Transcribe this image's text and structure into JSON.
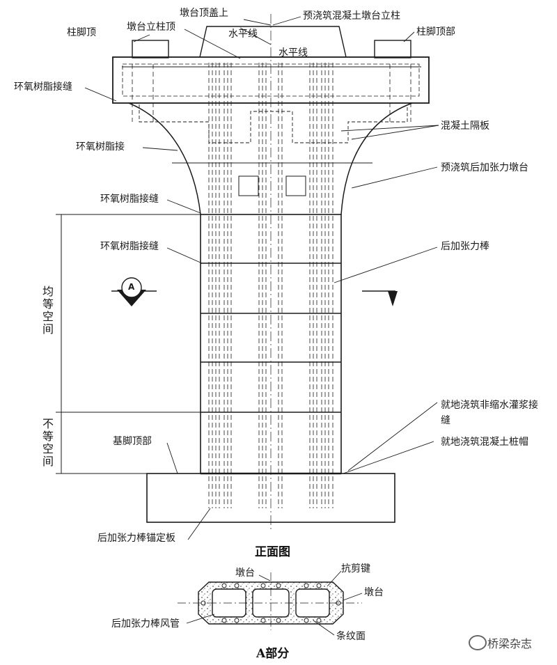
{
  "labels": {
    "cap_top": "墩台顶盖上",
    "precast_pier_column": "预浇筑混凝土墩台立柱",
    "column_foot_top": "柱脚顶",
    "pier_column_top": "墩台立柱顶",
    "column_foot_top_part": "柱脚顶部",
    "horizontal_line_1": "水平线",
    "horizontal_line_2": "水平线",
    "epoxy_joint_1": "环氧树脂接缝",
    "concrete_diaphragm": "混凝土隔板",
    "epoxy_joint_2": "环氧树脂接",
    "posttensioned_pier": "预浇筑后加张力墩台",
    "epoxy_joint_3": "环氧树脂接缝",
    "epoxy_joint_4": "环氧树脂接缝",
    "posttension_bar": "后加张力棒",
    "grout_joint": "就地浇筑非缩水灌浆接缝",
    "footing_top": "基脚顶部",
    "cast_in_place_cap": "就地浇筑混凝土桩帽",
    "anchor_plate": "后加张力棒锚定板",
    "section_mark": "A",
    "front_view": "正面图",
    "section_pier_top": "墩台",
    "shear_key": "抗剪键",
    "section_pier_right": "墩台",
    "duct": "后加张力棒风管",
    "striated_face": "条纹面",
    "part_a": "A部分",
    "dim_uniform": "均等空间",
    "dim_nonuniform": "不等空间"
  },
  "watermark": {
    "text": "桥梁杂志",
    "icon": "wechat-icon"
  },
  "colors": {
    "line": "#1a1a1a",
    "background": "#ffffff"
  }
}
